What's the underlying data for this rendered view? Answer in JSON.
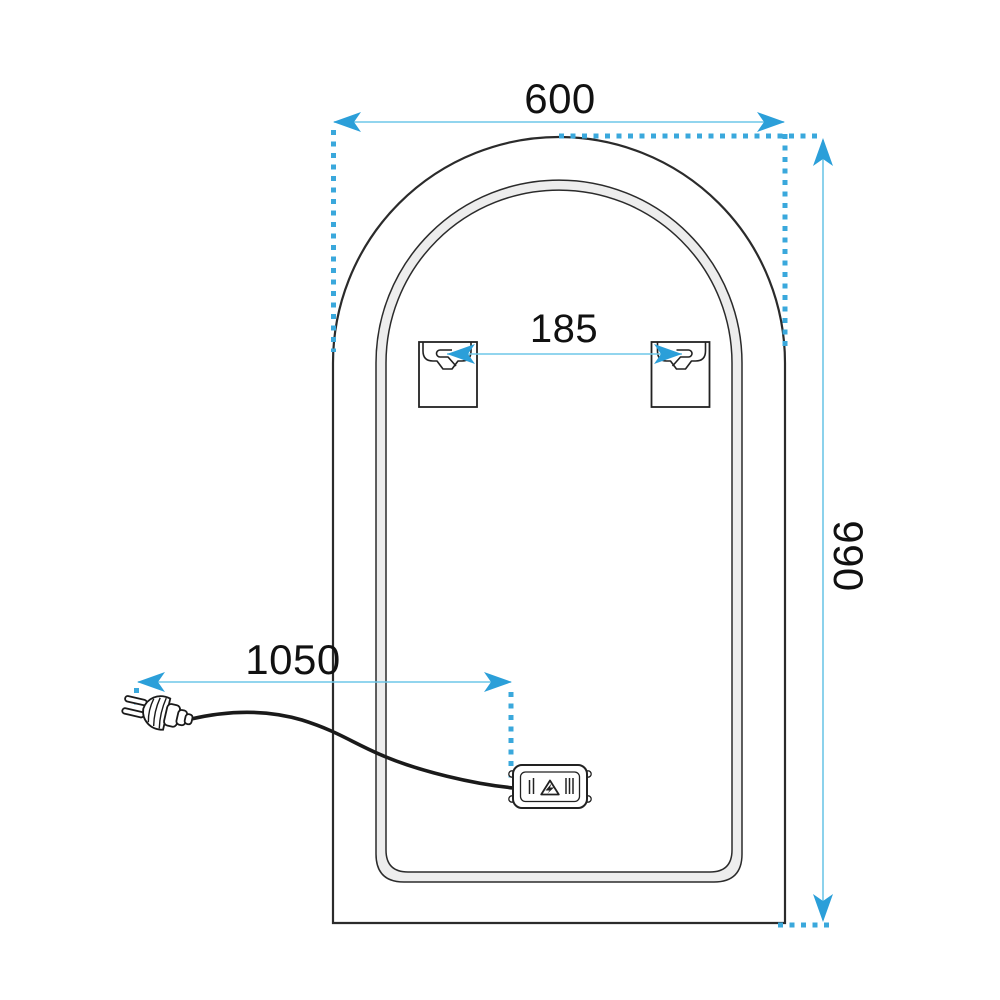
{
  "drawing": {
    "dimensions": {
      "width": "600",
      "mount_spacing": "185",
      "height": "990",
      "cable_length": "1050"
    },
    "colors": {
      "arrow_blue": "#2B9FD9",
      "dimension_line_blue": "#6FC7E8",
      "dotted_extension_blue": "#3AA8DC",
      "outline_black": "#2B2B2B",
      "led_band_gray": "#EDEDED"
    },
    "icons": {
      "plug": "power-plug-icon",
      "warning": "high-voltage-warning-triangle-icon",
      "bracket": "keyhole-mounting-bracket-icon"
    }
  }
}
